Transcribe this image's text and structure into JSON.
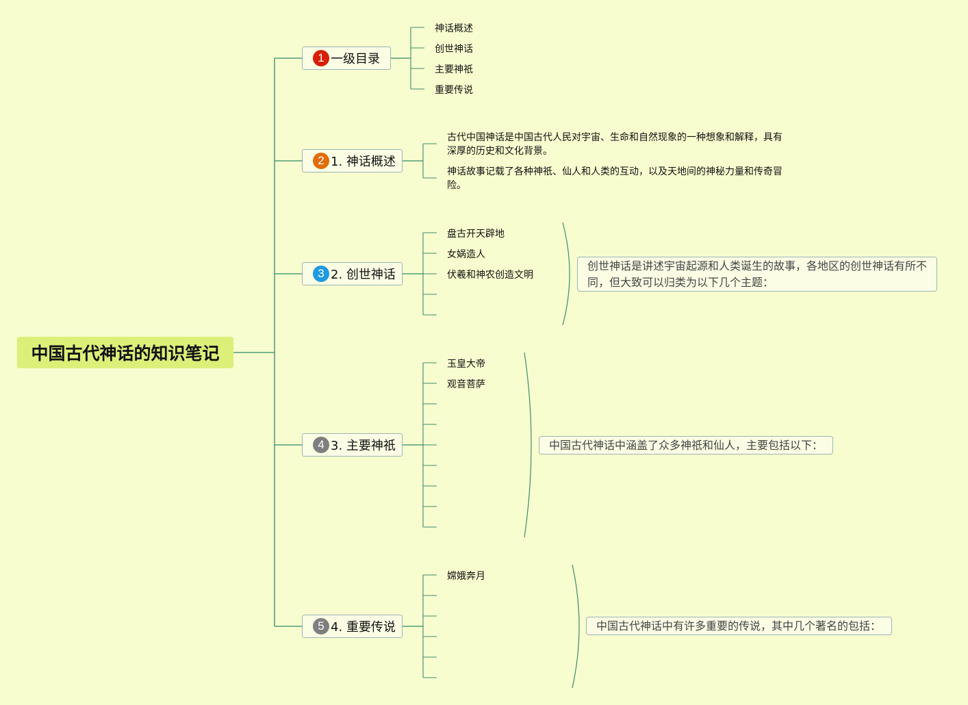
{
  "root": {
    "title": "中国古代神话的知识笔记"
  },
  "colors": {
    "background": "#f8fdcf",
    "root_fill": "#dcef78",
    "connector": "#2f8a68",
    "badge_1": "#d81e06",
    "badge_2": "#e36c0a",
    "badge_3": "#1f9ae0",
    "badge_4": "#7f7f7f",
    "badge_5": "#7f7f7f"
  },
  "topics": [
    {
      "badge": "1",
      "label": "一级目录",
      "items": [
        "神话概述",
        "创世神话",
        "主要神祇",
        "重要传说"
      ]
    },
    {
      "badge": "2",
      "label": "1. 神话概述",
      "paragraphs": [
        "古代中国神话是中国古代人民对宇宙、生命和自然现象的一种想象和解释，具有深厚的历史和文化背景。",
        "神话故事记载了各种神祇、仙人和人类的互动，以及天地间的神秘力量和传奇冒险。"
      ]
    },
    {
      "badge": "3",
      "label": "2. 创世神话",
      "items": [
        "盘古开天辟地",
        "女娲造人",
        "伏羲和神农创造文明",
        "",
        ""
      ],
      "callout": "创世神话是讲述宇宙起源和人类诞生的故事，各地区的创世神话有所不同，但大致可以归类为以下几个主题："
    },
    {
      "badge": "4",
      "label": "3. 主要神祇",
      "items": [
        "玉皇大帝",
        "观音菩萨",
        "",
        "",
        "",
        "",
        "",
        "",
        ""
      ],
      "callout": "中国古代神话中涵盖了众多神祇和仙人，主要包括以下："
    },
    {
      "badge": "5",
      "label": "4. 重要传说",
      "items": [
        "嫦娥奔月",
        "",
        "",
        "",
        "",
        ""
      ],
      "callout": "中国古代神话中有许多重要的传说，其中几个著名的包括："
    }
  ]
}
